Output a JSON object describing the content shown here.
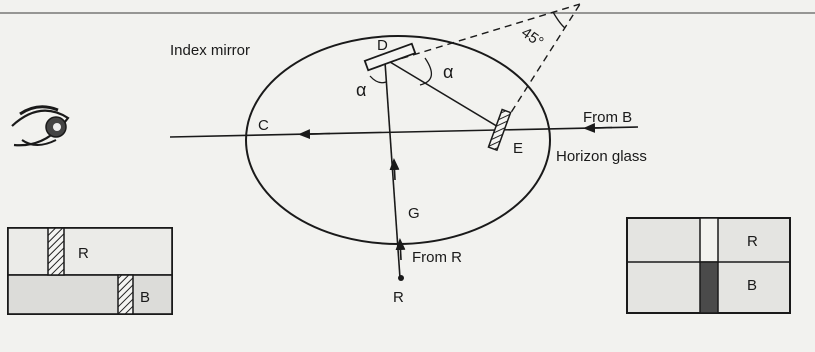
{
  "labels": {
    "index_mirror": "Index mirror",
    "point_d": "D",
    "angle_45": "45°",
    "alpha_left": "α",
    "alpha_right": "α",
    "point_c": "C",
    "point_e": "E",
    "from_b": "From B",
    "horizon_glass": "Horizon glass",
    "point_g": "G",
    "from_r": "From R",
    "point_r": "R"
  },
  "left_panel": {
    "top_label": "R",
    "bottom_label": "B"
  },
  "right_panel": {
    "top_label": "R",
    "bottom_label": "B"
  },
  "colors": {
    "ink": "#1a1a1a",
    "paper": "#f2f2ef",
    "panel": "#e4e4e1"
  }
}
